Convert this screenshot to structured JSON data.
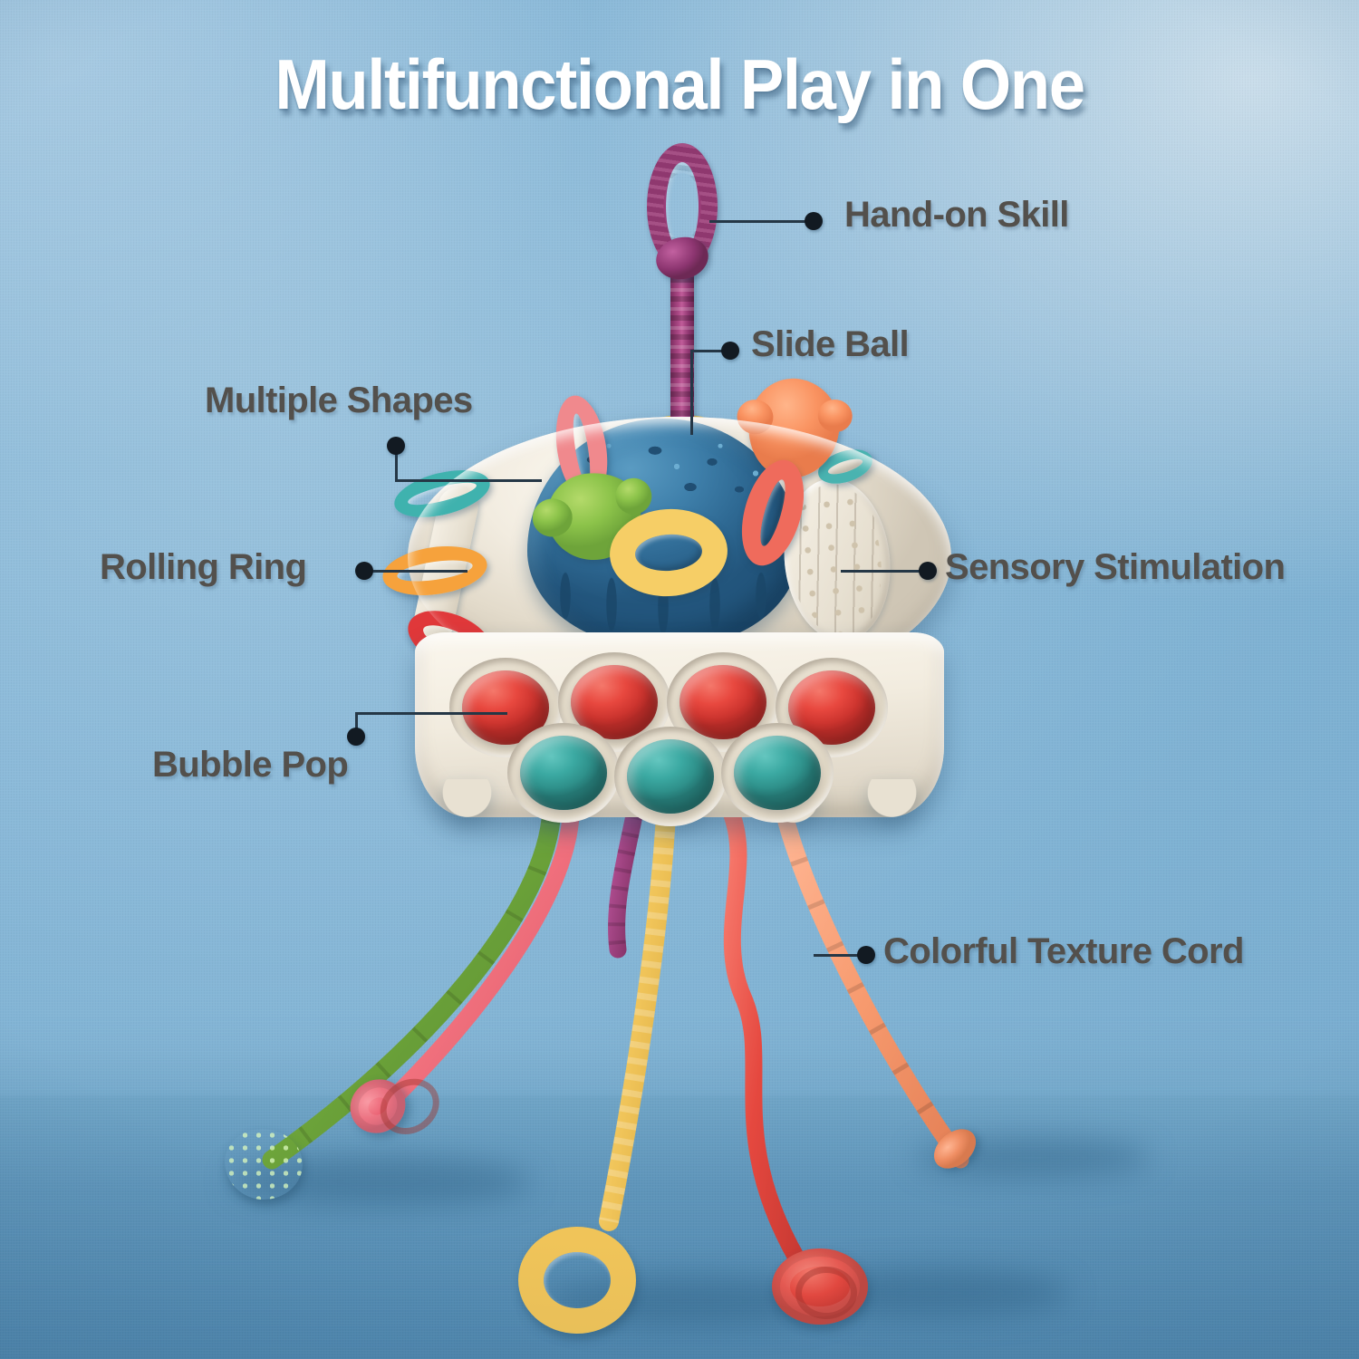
{
  "title": "Multifunctional Play in One",
  "callouts": [
    {
      "id": "hand-on-skill",
      "label": "Hand-on Skill"
    },
    {
      "id": "slide-ball",
      "label": "Slide Ball"
    },
    {
      "id": "multiple-shapes",
      "label": "Multiple Shapes"
    },
    {
      "id": "rolling-ring",
      "label": "Rolling Ring"
    },
    {
      "id": "sensory-stimulation",
      "label": "Sensory Stimulation"
    },
    {
      "id": "bubble-pop",
      "label": "Bubble Pop"
    },
    {
      "id": "colorful-texture-cord",
      "label": "Colorful Texture Cord"
    }
  ],
  "colors": {
    "background_top": "#b8cede",
    "background_mid": "#7fb3d5",
    "background_floor": "#5a90b6",
    "title_text": "#ffffff",
    "label_text": "#53504c",
    "leader_line": "#253746",
    "leader_dot": "#121a22",
    "body_cream": "#efe9de",
    "dome_blue": "#3a7fa8",
    "bubble_red": "#e8483f",
    "bubble_teal": "#3ba9a2",
    "cord_purple": "#9b3d78",
    "cord_green": "#6ca33a",
    "cord_yellow": "#f0c459",
    "cord_red": "#e5483f",
    "cord_orange": "#f79a6e",
    "cord_pink": "#f2717e",
    "shape_yellow": "#f6ce66",
    "shape_green": "#8cc34a",
    "shape_orange": "#fa9462",
    "shape_pink": "#f0898d",
    "shape_coral": "#ef6b5c",
    "ring_teal": "#3fb2ae",
    "ring_orange": "#f6a23c",
    "ring_red": "#e0383a"
  },
  "product": {
    "bubble_pop": {
      "top_row_count": 4,
      "bottom_row_count": 3,
      "top_row_color": "red",
      "bottom_row_color": "teal"
    },
    "dome_shapes": [
      "pink-loop",
      "green-flower",
      "yellow-donut",
      "coral-loop",
      "orange-flower"
    ],
    "rail_rings": [
      "teal-ring",
      "orange-ring",
      "red-ring"
    ],
    "dangling_cords": [
      "green-flower-cord",
      "pink-cord",
      "purple-cord",
      "yellow-ring-cord",
      "red-disc-cord",
      "orange-cord"
    ]
  }
}
